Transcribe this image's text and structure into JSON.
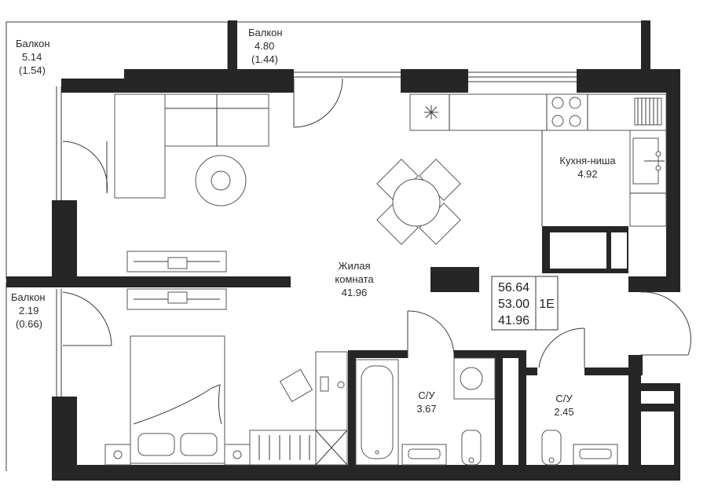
{
  "rooms": {
    "balcony_left_top": {
      "name": "Балкон",
      "area": "5.14",
      "area_reduced": "(1.54)"
    },
    "balcony_top": {
      "name": "Балкон",
      "area": "4.80",
      "area_reduced": "(1.44)"
    },
    "balcony_left_bottom": {
      "name": "Балкон",
      "area": "2.19",
      "area_reduced": "(0.66)"
    },
    "kitchen": {
      "name": "Кухня-ниша",
      "area": "4.92"
    },
    "living": {
      "name_line1": "Жилая",
      "name_line2": "комната",
      "area": "41.96"
    },
    "bath1": {
      "name": "С/У",
      "area": "3.67"
    },
    "bath2": {
      "name": "С/У",
      "area": "2.45"
    }
  },
  "summary": {
    "total": "56.64",
    "without_balcony": "53.00",
    "living": "41.96",
    "type": "1Е"
  },
  "colors": {
    "wall": "#262626",
    "line": "#3a3a3a",
    "background": "#ffffff"
  }
}
